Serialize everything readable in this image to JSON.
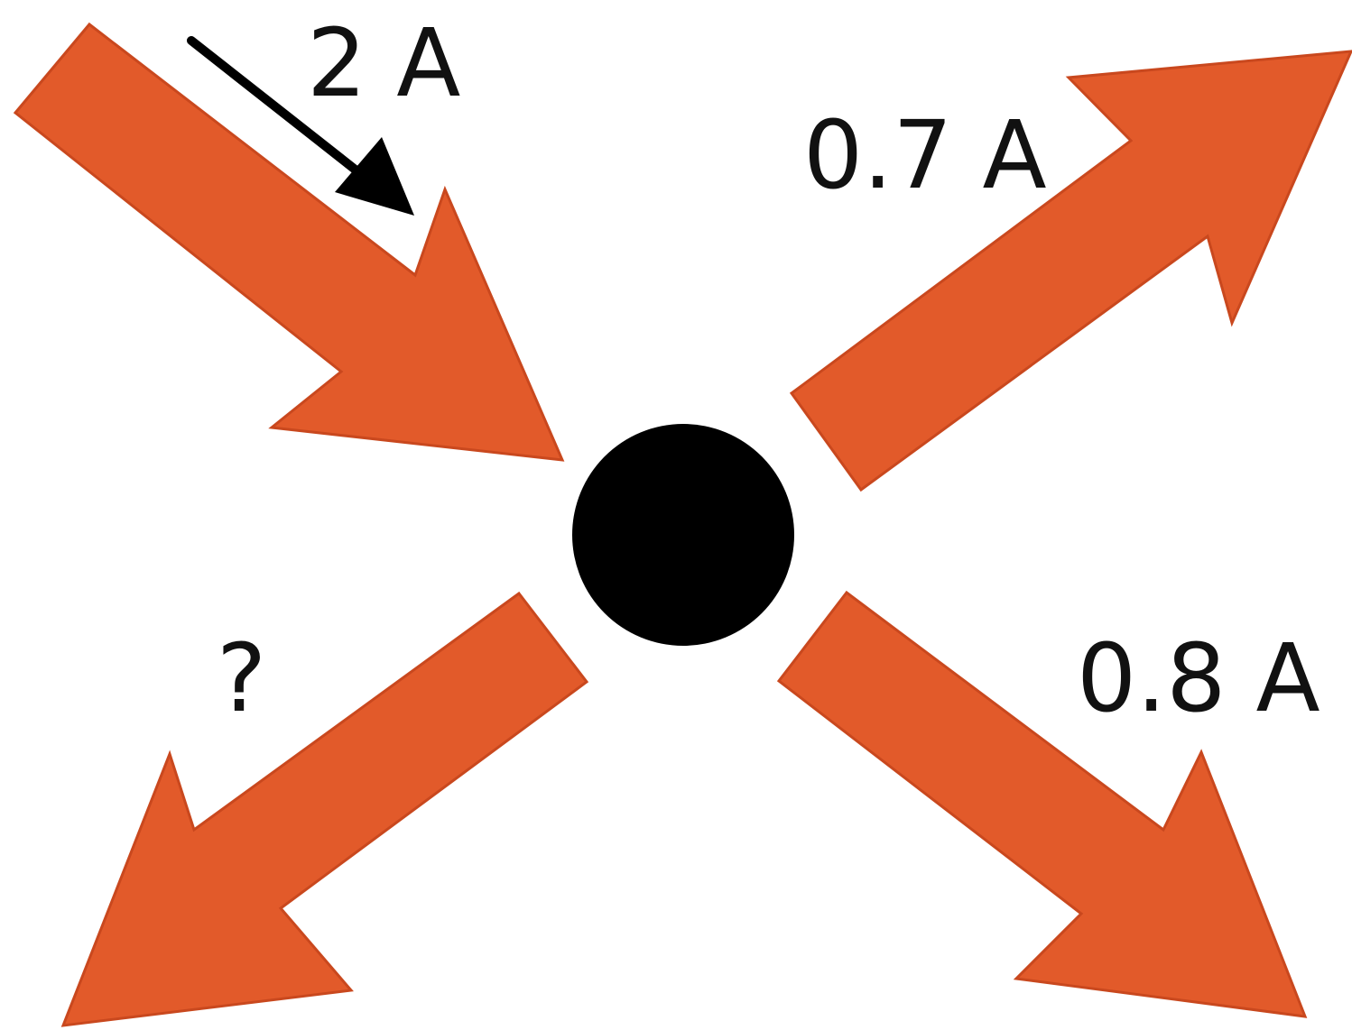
{
  "diagram": {
    "colors": {
      "arrow": "#E25A2A",
      "arrow_edge": "#C9481E",
      "node": "#000000",
      "pointer": "#000000",
      "text": "#111111"
    },
    "currents": {
      "incoming": {
        "label": "2 A",
        "direction": "into-node"
      },
      "top_right": {
        "label": "0.7 A",
        "direction": "out-of-node"
      },
      "bottom_right": {
        "label": "0.8 A",
        "direction": "out-of-node"
      },
      "bottom_left": {
        "label": "?",
        "direction": "out-of-node"
      }
    },
    "node": {
      "name": "junction"
    }
  }
}
